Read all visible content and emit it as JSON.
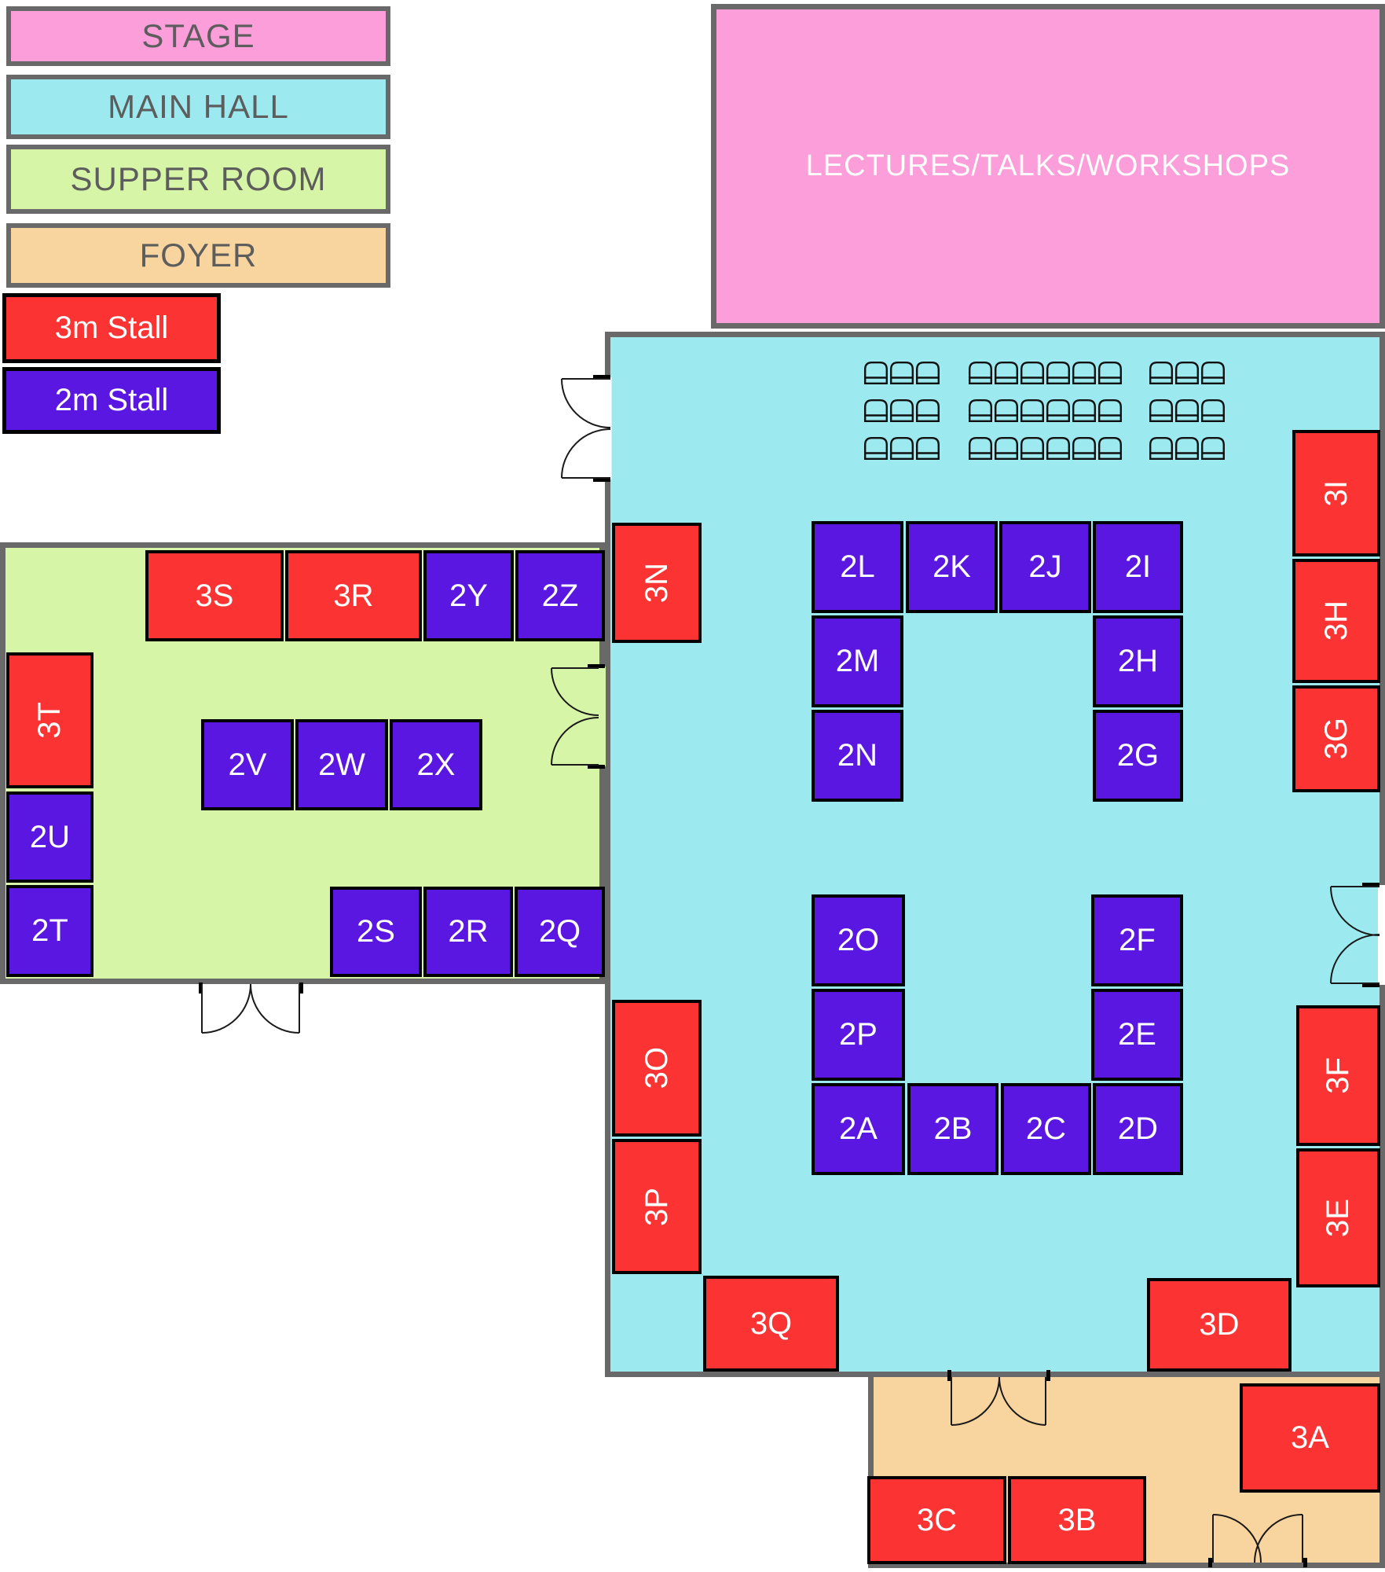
{
  "colors": {
    "stage_pink": "#fb9eda",
    "main_hall_cyan": "#9ceaf0",
    "supper_room_green": "#d7f5a6",
    "foyer_orange": "#f8d49e",
    "stall_3m_red": "#fb3333",
    "stall_2m_purple": "#5a17e2",
    "wall_gray": "#696969",
    "legend_text_gray": "#5d5d5d",
    "stall_text": "#ffffff"
  },
  "legend": {
    "rooms": [
      {
        "id": "stage",
        "label": "STAGE"
      },
      {
        "id": "main-hall",
        "label": "MAIN HALL"
      },
      {
        "id": "supper-room",
        "label": "SUPPER ROOM"
      },
      {
        "id": "foyer",
        "label": "FOYER"
      }
    ],
    "stall_types": [
      {
        "id": "3m",
        "label": "3m Stall"
      },
      {
        "id": "2m",
        "label": "2m Stall"
      }
    ]
  },
  "stage": {
    "label": "LECTURES/TALKS/WORKSHOPS"
  },
  "main_hall": {
    "seating": {
      "rows": 3,
      "groups": [
        3,
        6,
        3
      ]
    }
  },
  "stalls": {
    "2A": {
      "label": "2A",
      "size": "2m",
      "room": "main-hall"
    },
    "2B": {
      "label": "2B",
      "size": "2m",
      "room": "main-hall"
    },
    "2C": {
      "label": "2C",
      "size": "2m",
      "room": "main-hall"
    },
    "2D": {
      "label": "2D",
      "size": "2m",
      "room": "main-hall"
    },
    "2E": {
      "label": "2E",
      "size": "2m",
      "room": "main-hall"
    },
    "2F": {
      "label": "2F",
      "size": "2m",
      "room": "main-hall"
    },
    "2G": {
      "label": "2G",
      "size": "2m",
      "room": "main-hall"
    },
    "2H": {
      "label": "2H",
      "size": "2m",
      "room": "main-hall"
    },
    "2I": {
      "label": "2I",
      "size": "2m",
      "room": "main-hall"
    },
    "2J": {
      "label": "2J",
      "size": "2m",
      "room": "main-hall"
    },
    "2K": {
      "label": "2K",
      "size": "2m",
      "room": "main-hall"
    },
    "2L": {
      "label": "2L",
      "size": "2m",
      "room": "main-hall"
    },
    "2M": {
      "label": "2M",
      "size": "2m",
      "room": "main-hall"
    },
    "2N": {
      "label": "2N",
      "size": "2m",
      "room": "main-hall"
    },
    "2O": {
      "label": "2O",
      "size": "2m",
      "room": "main-hall"
    },
    "2P": {
      "label": "2P",
      "size": "2m",
      "room": "main-hall"
    },
    "2Q": {
      "label": "2Q",
      "size": "2m",
      "room": "supper-room"
    },
    "2R": {
      "label": "2R",
      "size": "2m",
      "room": "supper-room"
    },
    "2S": {
      "label": "2S",
      "size": "2m",
      "room": "supper-room"
    },
    "2T": {
      "label": "2T",
      "size": "2m",
      "room": "supper-room"
    },
    "2U": {
      "label": "2U",
      "size": "2m",
      "room": "supper-room"
    },
    "2V": {
      "label": "2V",
      "size": "2m",
      "room": "supper-room"
    },
    "2W": {
      "label": "2W",
      "size": "2m",
      "room": "supper-room"
    },
    "2X": {
      "label": "2X",
      "size": "2m",
      "room": "supper-room"
    },
    "2Y": {
      "label": "2Y",
      "size": "2m",
      "room": "supper-room"
    },
    "2Z": {
      "label": "2Z",
      "size": "2m",
      "room": "supper-room"
    },
    "3A": {
      "label": "3A",
      "size": "3m",
      "room": "foyer"
    },
    "3B": {
      "label": "3B",
      "size": "3m",
      "room": "foyer"
    },
    "3C": {
      "label": "3C",
      "size": "3m",
      "room": "foyer"
    },
    "3D": {
      "label": "3D",
      "size": "3m",
      "room": "main-hall"
    },
    "3E": {
      "label": "3E",
      "size": "3m",
      "room": "main-hall"
    },
    "3F": {
      "label": "3F",
      "size": "3m",
      "room": "main-hall"
    },
    "3G": {
      "label": "3G",
      "size": "3m",
      "room": "main-hall"
    },
    "3H": {
      "label": "3H",
      "size": "3m",
      "room": "main-hall"
    },
    "3I": {
      "label": "3I",
      "size": "3m",
      "room": "main-hall"
    },
    "3N": {
      "label": "3N",
      "size": "3m",
      "room": "main-hall"
    },
    "3O": {
      "label": "3O",
      "size": "3m",
      "room": "main-hall"
    },
    "3P": {
      "label": "3P",
      "size": "3m",
      "room": "main-hall"
    },
    "3Q": {
      "label": "3Q",
      "size": "3m",
      "room": "main-hall"
    },
    "3R": {
      "label": "3R",
      "size": "3m",
      "room": "supper-room"
    },
    "3S": {
      "label": "3S",
      "size": "3m",
      "room": "supper-room"
    },
    "3T": {
      "label": "3T",
      "size": "3m",
      "room": "supper-room"
    }
  }
}
